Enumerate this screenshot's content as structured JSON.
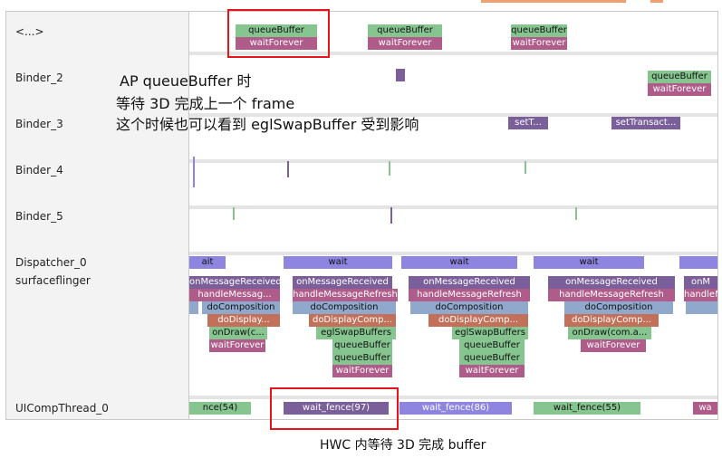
{
  "threads": [
    {
      "label": "<...>"
    },
    {
      "label": "Binder_2"
    },
    {
      "label": "Binder_3"
    },
    {
      "label": "Binder_4"
    },
    {
      "label": "Binder_5"
    },
    {
      "label": "Dispatcher_0"
    },
    {
      "label": "surfaceflinger"
    },
    {
      "label": "UICompThread_0"
    }
  ],
  "slices": {
    "queueBuffer": "queueBuffer",
    "waitForever": "waitForever",
    "setT": "setT...",
    "setTransact": "setTransact...",
    "wait_partial": "ait",
    "wait": "wait",
    "onMessageReceived": "onMessageReceived",
    "onMessage_partial": "onM",
    "handleMessag": "handleMessag...",
    "handleMessageRefresh": "handleMessageRefresh",
    "handle_partial": "handleM",
    "doComposition": "doComposition",
    "doDisplay": "doDisplay...",
    "doDisplayComp": "doDisplayComp...",
    "onDraw1": "onDraw(c...",
    "onDraw2": "onDraw(com.a...",
    "eglSwapBuffers": "eglSwapBuffers",
    "fence54": "nce(54)",
    "fence97": "wait_fence(97)",
    "fence86": "wait_fence(86)",
    "fence55": "wait_fence(55)",
    "wa_partial": "wa"
  },
  "annotations": {
    "note_line1": "AP queueBuffer 时",
    "note_line2": "等待 3D 完成上一个 frame",
    "note_line3": "这个时候也可以看到 eglSwapBuffer 受到影响",
    "caption": "HWC 内等待 3D 完成 buffer"
  },
  "colors": {
    "green": "#86c58f",
    "purple_pink": "#b05c8a",
    "blue_slate": "#8fa8cc",
    "violet": "#8e85e0",
    "deep_purple": "#7a5f9a",
    "rust": "#c2705a",
    "red_annotation": "#e8141c"
  }
}
